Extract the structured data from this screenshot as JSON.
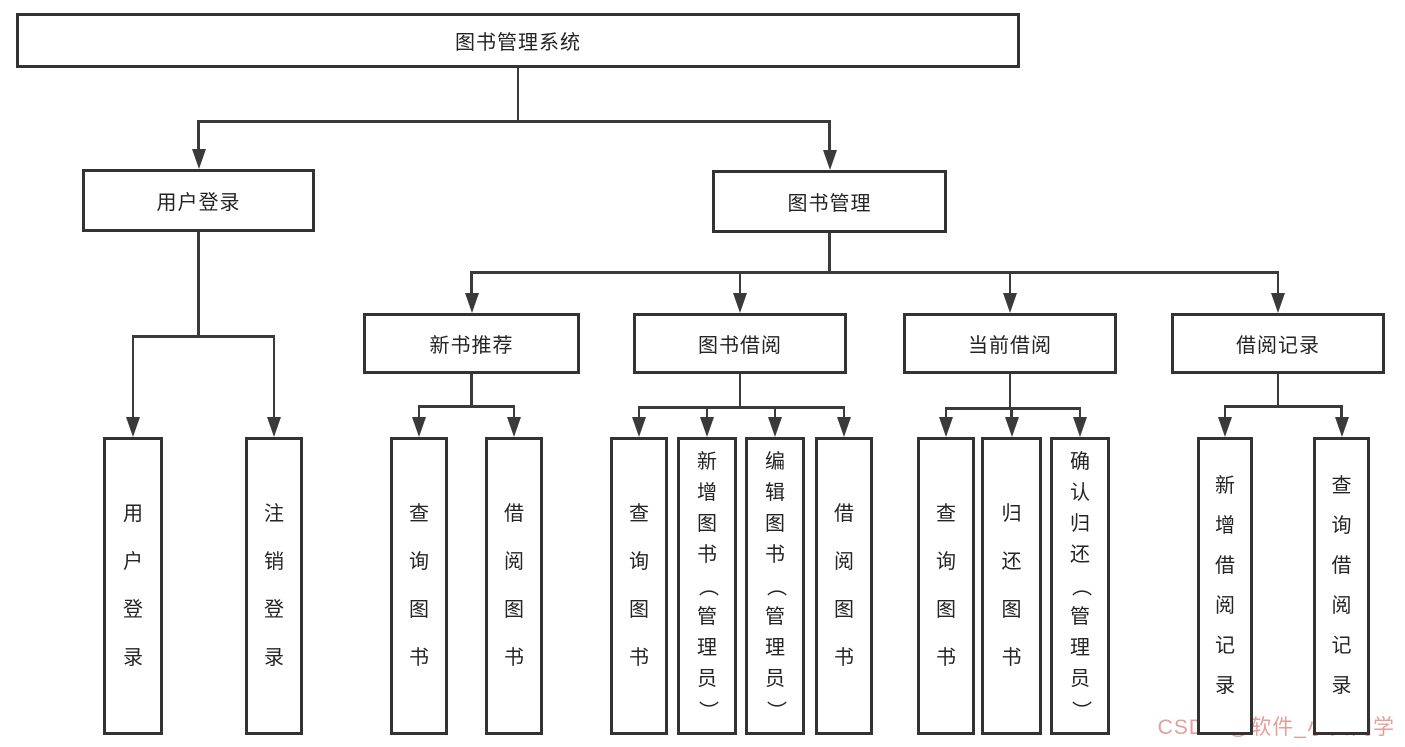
{
  "diagram": {
    "nodes": {
      "root": {
        "label": "图书管理系统",
        "orientation": "horizontal"
      },
      "userLogin": {
        "label": "用户登录",
        "orientation": "horizontal"
      },
      "bookMgmt": {
        "label": "图书管理",
        "orientation": "horizontal"
      },
      "newBookRec": {
        "label": "新书推荐",
        "orientation": "horizontal"
      },
      "bookBorrow": {
        "label": "图书借阅",
        "orientation": "horizontal"
      },
      "currentBorrow": {
        "label": "当前借阅",
        "orientation": "horizontal"
      },
      "borrowRecord": {
        "label": "借阅记录",
        "orientation": "horizontal"
      },
      "loginV": {
        "label": "用户登录",
        "orientation": "vertical"
      },
      "logoutV": {
        "label": "注销登录",
        "orientation": "vertical"
      },
      "queryBooksA": {
        "label": "查询图书",
        "orientation": "vertical"
      },
      "borrowBooksA": {
        "label": "借阅图书",
        "orientation": "vertical"
      },
      "queryBooksB": {
        "label": "查询图书",
        "orientation": "vertical"
      },
      "addBooks": {
        "label": "新增图书（管理员）",
        "orientation": "vertical"
      },
      "editBooks": {
        "label": "编辑图书（管理员）",
        "orientation": "vertical"
      },
      "borrowBooksB": {
        "label": "借阅图书",
        "orientation": "vertical"
      },
      "queryBooksC": {
        "label": "查询图书",
        "orientation": "vertical"
      },
      "returnBooks": {
        "label": "归还图书",
        "orientation": "vertical"
      },
      "confirmReturn": {
        "label": "确认归还（管理员）",
        "orientation": "vertical"
      },
      "addBorrowRecord": {
        "label": "新增借阅记录",
        "orientation": "vertical"
      },
      "queryBorrowRecord": {
        "label": "查询借阅记录",
        "orientation": "vertical"
      }
    },
    "edges": [
      {
        "from": "root",
        "to": [
          "userLogin",
          "bookMgmt"
        ]
      },
      {
        "from": "userLogin",
        "to": [
          "loginV",
          "logoutV"
        ]
      },
      {
        "from": "bookMgmt",
        "to": [
          "newBookRec",
          "bookBorrow",
          "currentBorrow",
          "borrowRecord"
        ]
      },
      {
        "from": "newBookRec",
        "to": [
          "queryBooksA",
          "borrowBooksA"
        ]
      },
      {
        "from": "bookBorrow",
        "to": [
          "queryBooksB",
          "addBooks",
          "editBooks",
          "borrowBooksB"
        ]
      },
      {
        "from": "currentBorrow",
        "to": [
          "queryBooksC",
          "returnBooks",
          "confirmReturn"
        ]
      },
      {
        "from": "borrowRecord",
        "to": [
          "addBorrowRecord",
          "queryBorrowRecord"
        ]
      }
    ]
  },
  "watermark": {
    "text": "CSDN @软件_小贺同学",
    "color": "#e69e98"
  },
  "colors": {
    "line": "#3a3a3a",
    "box_border": "#333333",
    "text": "#242424",
    "background": "#ffffff"
  }
}
